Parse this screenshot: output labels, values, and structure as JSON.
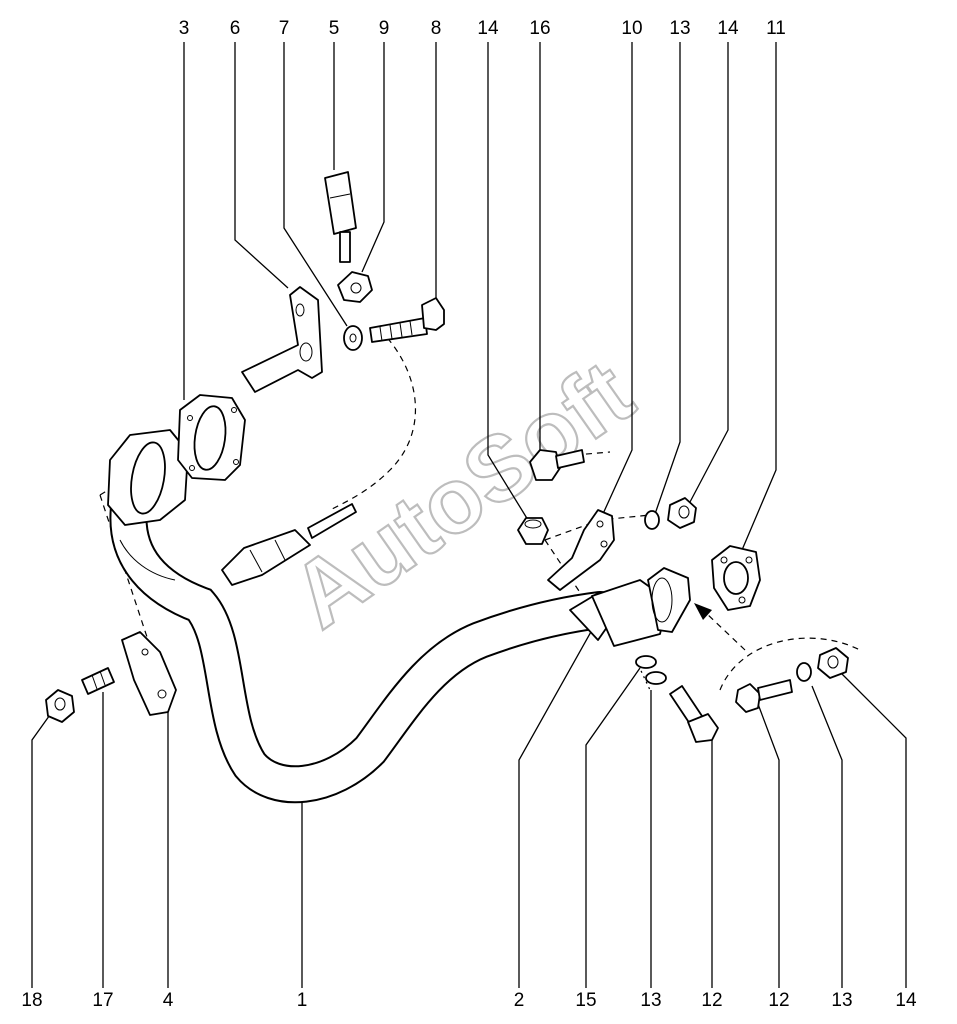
{
  "watermark": "AutoSoft",
  "top_labels": [
    "3",
    "6",
    "7",
    "5",
    "9",
    "8",
    "14",
    "16",
    "10",
    "13",
    "14",
    "11"
  ],
  "bottom_labels": [
    "18",
    "17",
    "4",
    "1",
    "2",
    "15",
    "13",
    "12",
    "12",
    "13",
    "14"
  ]
}
